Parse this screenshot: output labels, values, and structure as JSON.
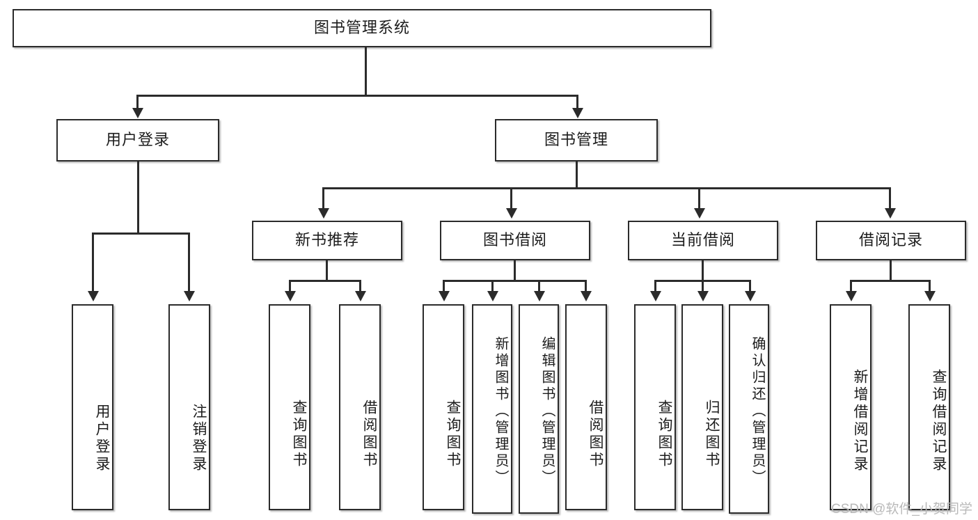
{
  "diagram": {
    "title": "图书管理系统",
    "root": {
      "label": "图书管理系统"
    },
    "level2": [
      {
        "label": "用户登录"
      },
      {
        "label": "图书管理"
      }
    ],
    "level3": [
      {
        "label": "新书推荐"
      },
      {
        "label": "图书借阅"
      },
      {
        "label": "当前借阅"
      },
      {
        "label": "借阅记录"
      }
    ],
    "leaves": [
      {
        "label": "用户登录",
        "parent": "用户登录"
      },
      {
        "label": "注销登录",
        "parent": "用户登录"
      },
      {
        "label": "查询图书",
        "parent": "新书推荐"
      },
      {
        "label": "借阅图书",
        "parent": "新书推荐"
      },
      {
        "label": "查询图书",
        "parent": "图书借阅"
      },
      {
        "label": "新增图书（管理员）",
        "parent": "图书借阅"
      },
      {
        "label": "编辑图书（管理员）",
        "parent": "图书借阅"
      },
      {
        "label": "借阅图书",
        "parent": "图书借阅"
      },
      {
        "label": "查询图书",
        "parent": "当前借阅"
      },
      {
        "label": "归还图书",
        "parent": "当前借阅"
      },
      {
        "label": "确认归还（管理员）",
        "parent": "当前借阅"
      },
      {
        "label": "新增借阅记录",
        "parent": "借阅记录"
      },
      {
        "label": "查询借阅记录",
        "parent": "借阅记录"
      }
    ]
  },
  "watermark": {
    "text": "CSDN @软件_小贺同学"
  },
  "colors": {
    "stroke": "#2b2b2b",
    "text": "#1c1c1c",
    "background": "#ffffff",
    "watermark": "#b9b9b9"
  }
}
